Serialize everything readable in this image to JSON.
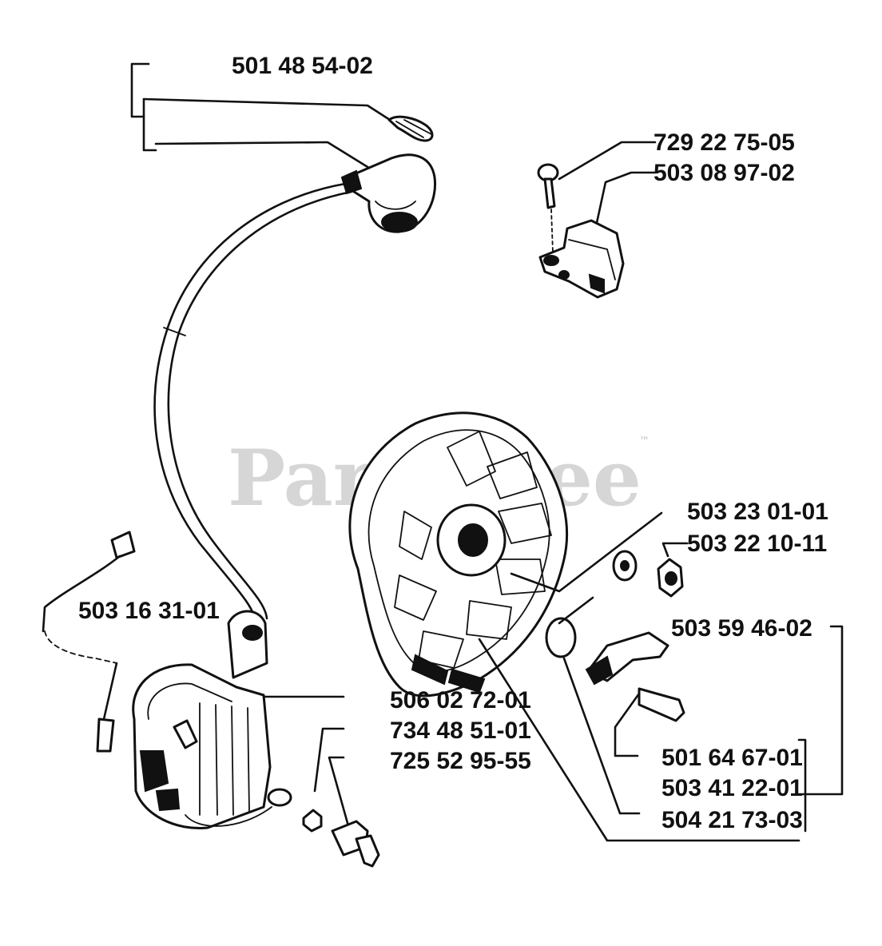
{
  "watermark": {
    "text": "PartsTree",
    "trademark": "™"
  },
  "labels": {
    "spark_plug_cap": "501 48 54-02",
    "screw_top": "729 22 75-05",
    "module": "503 08 97-02",
    "washer": "503 23 01-01",
    "nut": "503 22 10-11",
    "wire_connector": "503 16 31-01",
    "flywheel_pawl": "503 59 46-02",
    "coil_1": "506 02 72-01",
    "coil_2": "734 48 51-01",
    "coil_3": "725 52 95-55",
    "bolt": "501 64 67-01",
    "ring": "503 41 22-01",
    "flywheel": "504 21 73-03"
  }
}
